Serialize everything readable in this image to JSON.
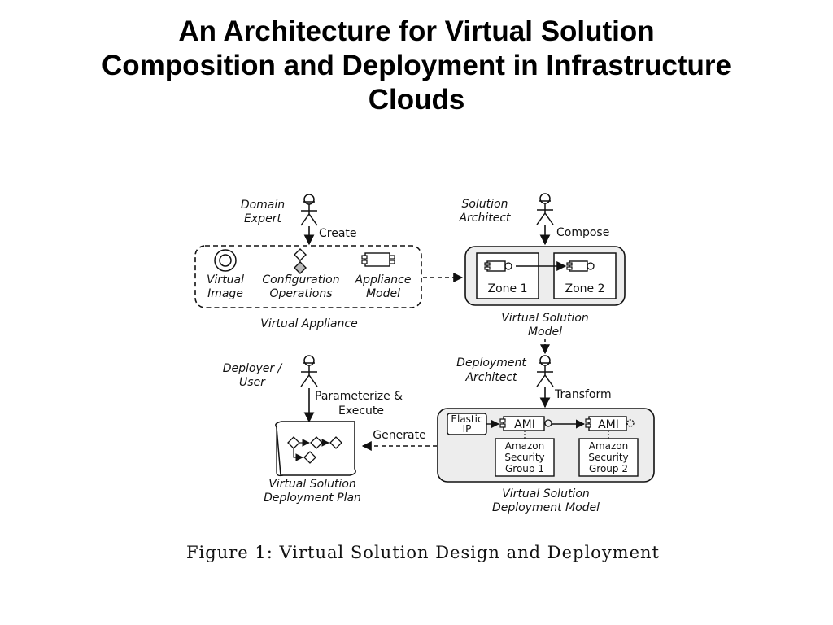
{
  "slide": {
    "title_lines": [
      "An Architecture for Virtual Solution",
      "Composition and Deployment in Infrastructure",
      "Clouds"
    ]
  },
  "figure": {
    "caption": "Figure 1:  Virtual Solution Design and Deployment",
    "actors": {
      "domain_expert": [
        "Domain",
        "Expert"
      ],
      "solution_architect": [
        "Solution",
        "Architect"
      ],
      "deployer_user": [
        "Deployer /",
        "User"
      ],
      "deployment_architect": [
        "Deployment",
        "Architect"
      ]
    },
    "actions": {
      "create": "Create",
      "compose": "Compose",
      "parameterize": [
        "Parameterize &",
        "Execute"
      ],
      "transform": "Transform",
      "generate": "Generate"
    },
    "virtual_appliance": {
      "label": "Virtual Appliance",
      "items": {
        "virtual_image": [
          "Virtual",
          "Image"
        ],
        "configuration_operations": [
          "Configuration",
          "Operations"
        ],
        "appliance_model": [
          "Appliance",
          "Model"
        ]
      }
    },
    "virtual_solution_model": {
      "label": [
        "Virtual Solution",
        "Model"
      ],
      "zone1": "Zone 1",
      "zone2": "Zone 2"
    },
    "deployment_model": {
      "label": [
        "Virtual Solution",
        "Deployment Model"
      ],
      "elastic_ip": [
        "Elastic",
        "IP"
      ],
      "ami": "AMI",
      "security_group_1": [
        "Amazon",
        "Security",
        "Group 1"
      ],
      "security_group_2": [
        "Amazon",
        "Security",
        "Group 2"
      ]
    },
    "deployment_plan": {
      "label": [
        "Virtual Solution",
        "Deployment Plan"
      ]
    }
  }
}
